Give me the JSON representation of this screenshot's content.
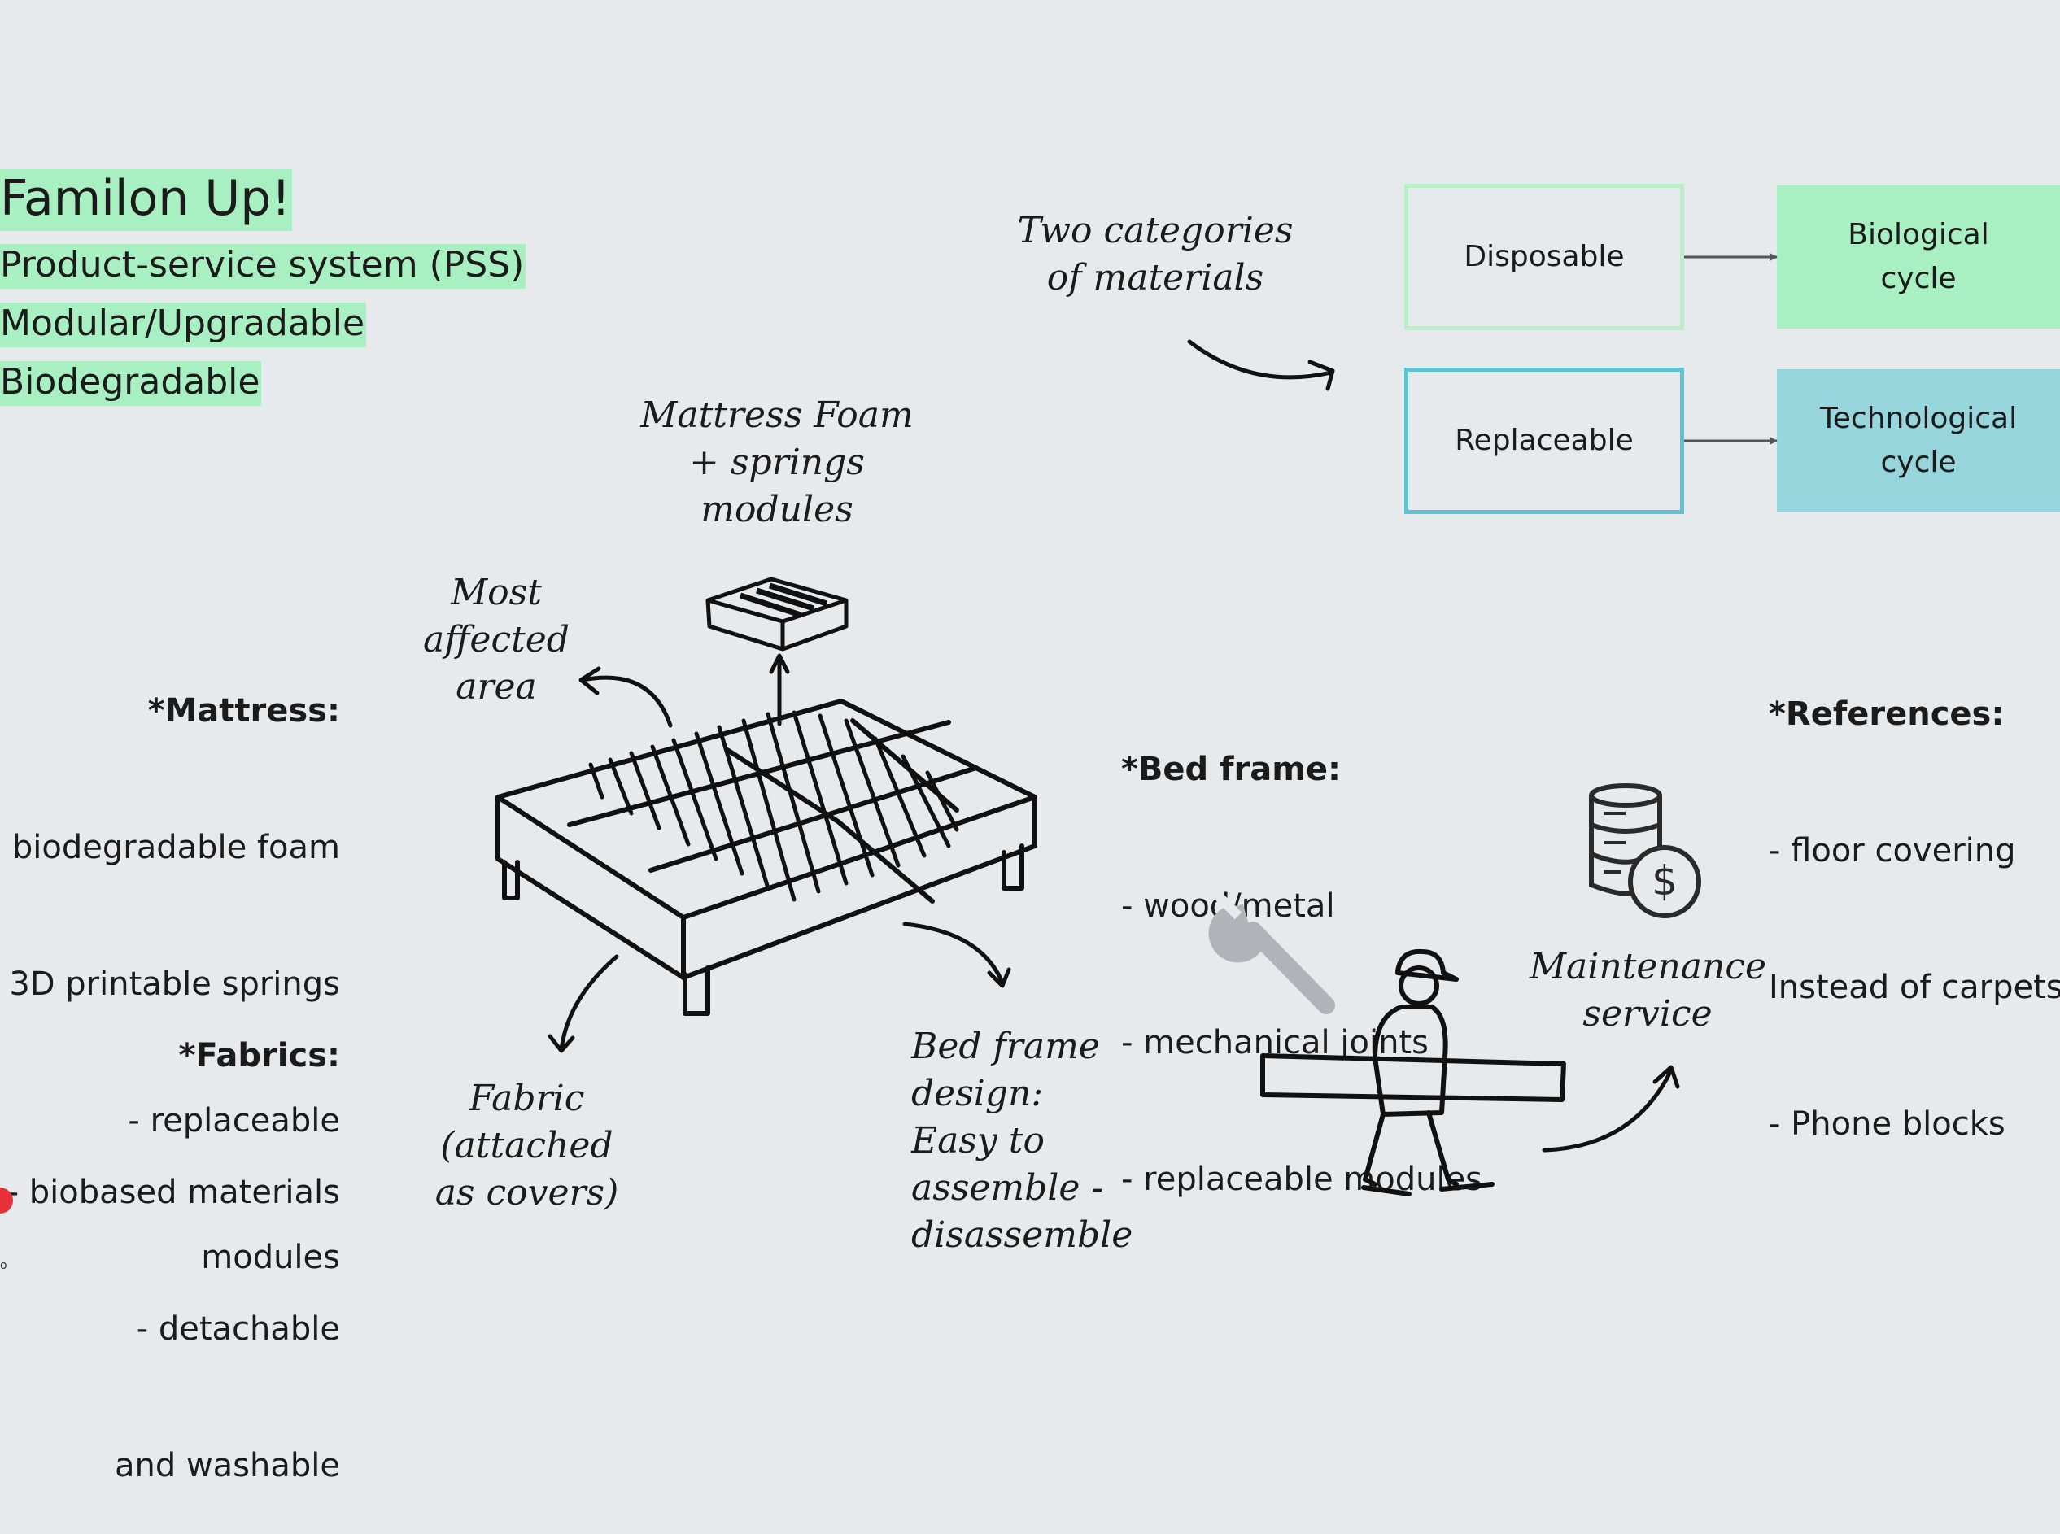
{
  "header": {
    "title": "Familon Up!",
    "tags": [
      "Product-service system (PSS)",
      "Modular/Upgradable",
      "Biodegradable"
    ]
  },
  "materials": {
    "label": "Two categories of materials",
    "disposable": "Disposable",
    "replaceable": "Replaceable",
    "biological": "Biological cycle",
    "technological": "Technological cycle"
  },
  "sketch_labels": {
    "mattress_modules": "Mattress Foam + springs modules",
    "most_affected": "Most affected area",
    "fabric": "Fabric (attached as covers)",
    "bed_frame_design": "Bed frame design: Easy to assemble -disassemble",
    "maintenance": "Maintenance service"
  },
  "notes": {
    "mattress": {
      "heading": "*Mattress:",
      "lines": [
        "biodegradable foam",
        "3D printable springs",
        "- replaceable",
        "modules"
      ]
    },
    "fabrics": {
      "heading": "*Fabrics:",
      "lines": [
        "- biobased materials",
        "- detachable",
        "and washable"
      ]
    },
    "bed_frame": {
      "heading": "*Bed frame:",
      "lines": [
        "- wood/metal",
        "- mechanical joints",
        "- replaceable modules"
      ]
    },
    "references": {
      "heading": "*References:",
      "lines": [
        "- floor covering",
        "Instead of carpets",
        "- Phone blocks"
      ]
    }
  },
  "colors": {
    "background": "#e7eaec",
    "green": "#a8f0c2",
    "teal": "#97d6dc",
    "green_border": "#b7f0c8",
    "teal_border": "#5cc3cf",
    "red_dot": "#e8303a"
  },
  "icons": [
    "wrench-icon",
    "coin-database-icon",
    "worker-icon",
    "bed-sketch-icon",
    "mattress-module-icon"
  ]
}
